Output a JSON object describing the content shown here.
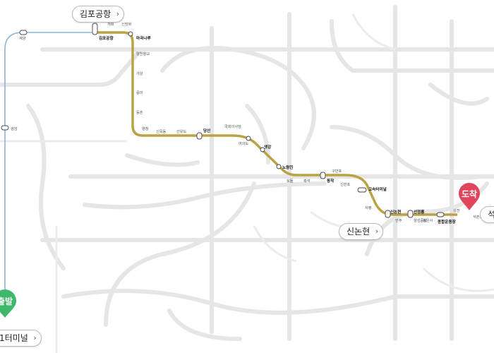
{
  "route": {
    "line_color": "#b9a344",
    "departure_badge": "출발",
    "arrival_badge": "도착",
    "departure_color": "#3fb86b",
    "arrival_color": "#e0455c"
  },
  "callouts": {
    "gimpo": "김포공항",
    "sinnonhyeon": "신논현",
    "terminal": "1터미널",
    "seokchon": "석"
  },
  "stations": {
    "gyeyang": "계양",
    "geomam": "검암",
    "gimpo_airport": "김포공항",
    "gaehwa": "개화",
    "sinbanghwa": "신방화",
    "magongnaru": "마곡나루",
    "yangcheon_hyanggyo": "양천향교",
    "gayang": "가양",
    "jeungmi": "증미",
    "deungchon": "등촌",
    "yeomchang": "염창",
    "sinmokdong": "신목동",
    "seonyudo": "선유도",
    "dangsan": "당산",
    "gukhoe": "국회의사당",
    "yeouido": "여의도",
    "saetgang": "샛강",
    "noryangjin": "노량진",
    "nodeul": "노들",
    "heukseok": "흑석",
    "dongjak": "동작",
    "gubanpo": "구반포",
    "sinbanpo": "신반포",
    "express_bus_terminal": "고속터미널",
    "sapyeong": "사평",
    "sinnonhyeon": "신논현",
    "eonju": "언주",
    "seonjeongneung": "선정릉",
    "samseong_jungang": "삼성중앙",
    "bongeunsa": "봉은사",
    "sports_complex": "종합운동장",
    "samjeon": "삼전",
    "seokchon_gobun": "석촌고분"
  }
}
